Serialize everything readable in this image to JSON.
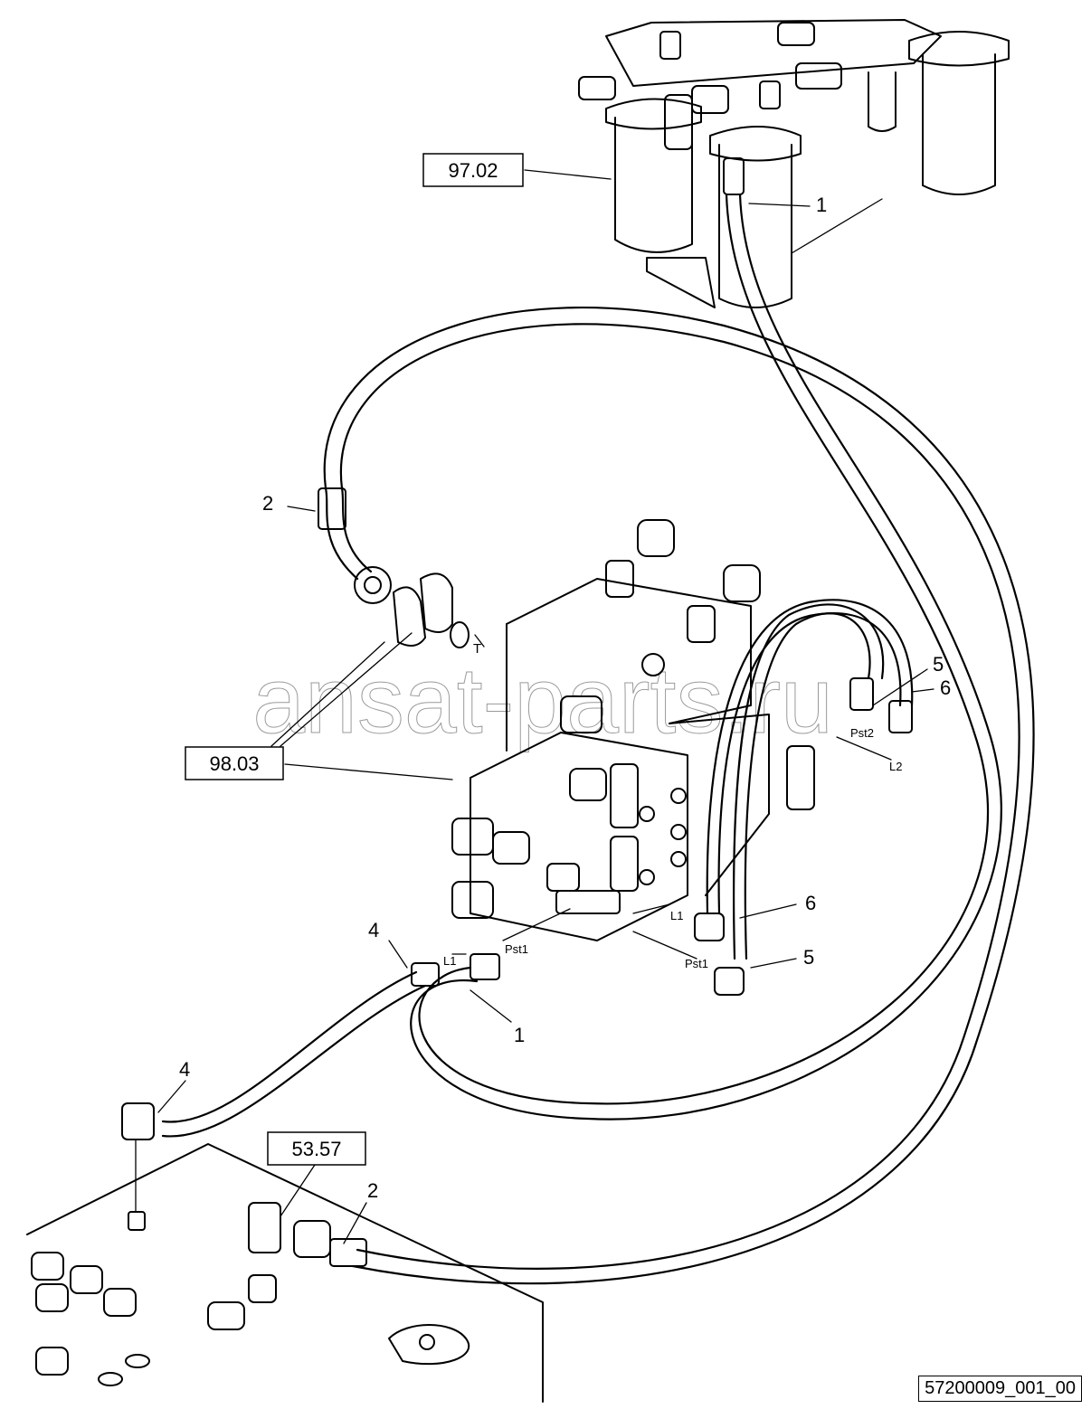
{
  "watermark": "ansat-parts.ru",
  "drawing_id": "57200009_001_00",
  "reference_boxes": [
    {
      "id": "ref-97-02",
      "label": "97.02"
    },
    {
      "id": "ref-98-03",
      "label": "98.03"
    },
    {
      "id": "ref-53-57",
      "label": "53.57"
    }
  ],
  "callouts": {
    "item_1_top": "1",
    "item_2_upper": "2",
    "item_5_upper": "5",
    "item_6_upper": "6",
    "item_6_lower": "6",
    "item_5_lower": "5",
    "item_4_upper": "4",
    "item_1_lower": "1",
    "item_4_lower": "4",
    "item_2_lower": "2"
  },
  "port_labels": {
    "t": "T",
    "pst2": "Pst2",
    "l2": "L2",
    "l1_right": "L1",
    "pst1_right": "Pst1",
    "l1_left": "L1",
    "pst1_left": "Pst1"
  }
}
